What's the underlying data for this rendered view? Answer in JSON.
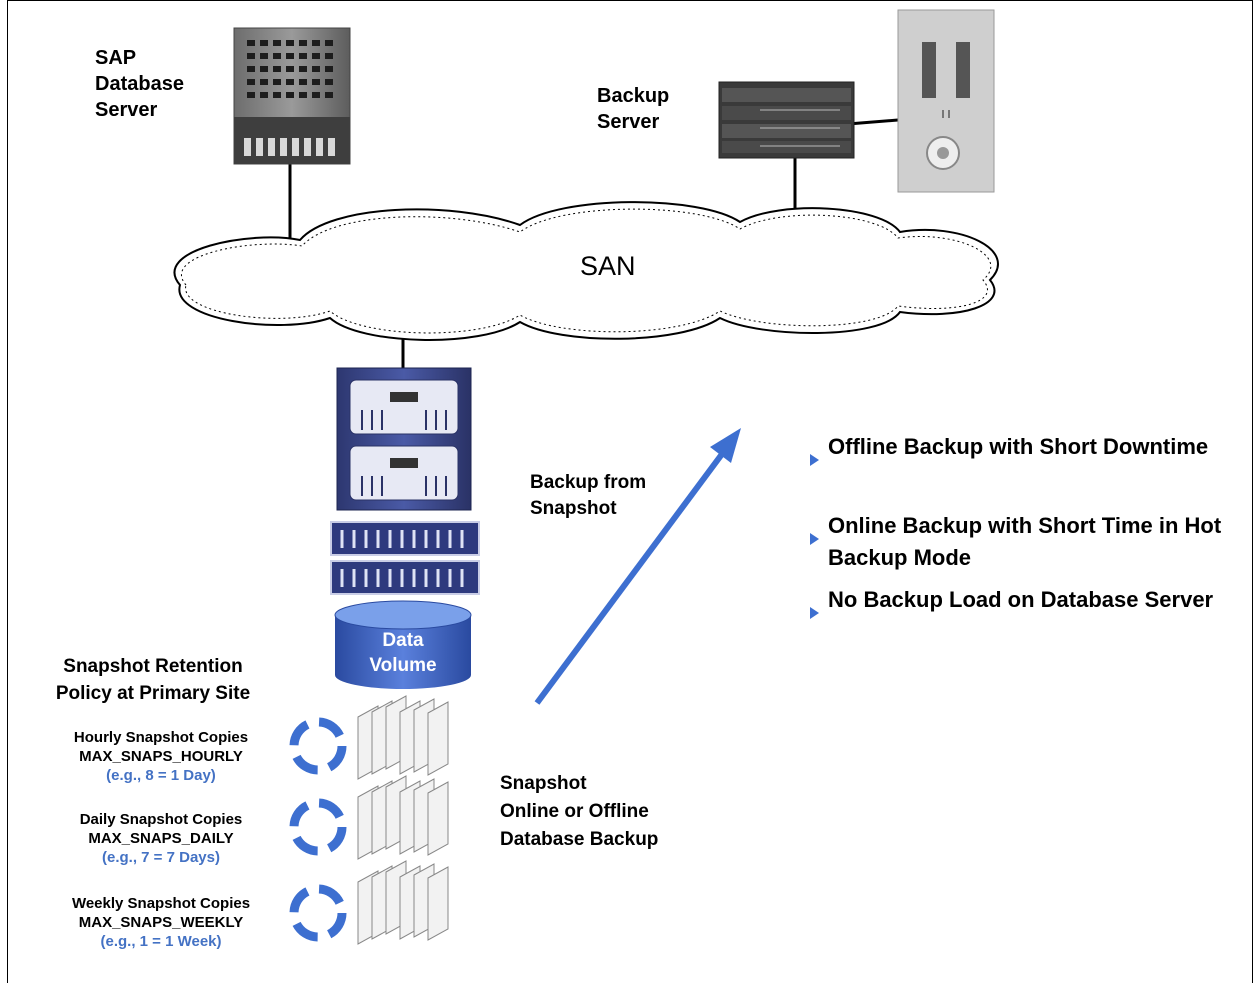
{
  "colors": {
    "arrow": "#3d6fd0",
    "cylinder": "#3a5fbf",
    "sub_label": "#4472c4"
  },
  "labels": {
    "sap_server": "SAP\nDatabase\nServer",
    "backup_server": "Backup\nServer",
    "san": "SAN",
    "data_volume": "Data\nVolume",
    "backup_from_snapshot": "Backup from\nSnapshot",
    "snapshot_backup": "Snapshot\nOnline or Offline\nDatabase Backup",
    "retention_title": "Snapshot Retention\nPolicy at Primary Site"
  },
  "retention": [
    {
      "name": "Hourly Snapshot Copies",
      "param": "MAX_SNAPS_HOURLY",
      "example": "(e.g., 8 = 1 Day)"
    },
    {
      "name": "Daily Snapshot Copies",
      "param": "MAX_SNAPS_DAILY",
      "example": "(e.g., 7 = 7 Days)"
    },
    {
      "name": "Weekly Snapshot Copies",
      "param": "MAX_SNAPS_WEEKLY",
      "example": "(e.g., 1 = 1 Week)"
    }
  ],
  "benefits": [
    "Offline Backup with Short Downtime",
    "Online Backup with Short Time in Hot Backup Mode",
    "No Backup Load on Database Server"
  ],
  "icons": [
    "server-icon",
    "rack-server-icon",
    "tape-library-icon",
    "storage-array-icon",
    "cycle-icon",
    "snapshot-stack-icon"
  ]
}
